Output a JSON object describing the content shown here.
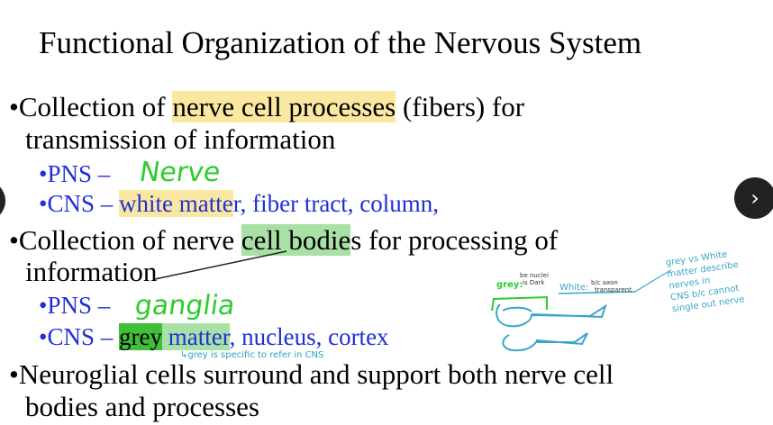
{
  "title": "Functional Organization of the Nervous System",
  "bullets": {
    "b1": {
      "dot": "•",
      "pre": "Collection of ",
      "hl": "nerve cell processes",
      "post": " (fibers) for",
      "line2": "transmission of information"
    },
    "pns1": {
      "dot": "•",
      "text": "PNS –",
      "hand": "Nerve"
    },
    "cns1": {
      "dot": "•",
      "pre": "CNS – ",
      "hl": "white matte",
      "post": "r, fiber tract, column,"
    },
    "b2": {
      "dot": "•",
      "pre": "Collection of nerve ",
      "hl": "cell bodie",
      "post": "s for processing of",
      "line2": "information"
    },
    "pns2": {
      "dot": "•",
      "text": "PNS –",
      "hand": "ganglia"
    },
    "cns2": {
      "dot": "•",
      "pre": "CNS – ",
      "hl": "grey",
      "mid": " matter",
      "post": ", nucleus, cortex",
      "note": "↳grey is specific to refer in CNS"
    },
    "b3": {
      "dot": "•",
      "text": "Neuroglial cells surround and support both nerve cell",
      "line2": "bodies and processes"
    }
  },
  "sketch": {
    "grey_label": "grey:",
    "grey_note1": "be nuclei",
    "grey_note2": "is Dark",
    "white_label": "White:",
    "white_note1": "b/c axon",
    "white_note2": "transparent",
    "side_note": [
      "grey vs White",
      "matter describe",
      "nerves in",
      "CNS b/c cannot",
      "single out nerve"
    ]
  },
  "nav": {
    "prev": "‹",
    "next": "›"
  },
  "colors": {
    "blue": "#1f2fd6",
    "yellow_hl": "#fbe8a0",
    "green_hl": "#a8e0a6",
    "green_dark": "#3fbf3a",
    "hand_green": "#2ecc2e",
    "hand_cyan": "#3aa6c8"
  }
}
